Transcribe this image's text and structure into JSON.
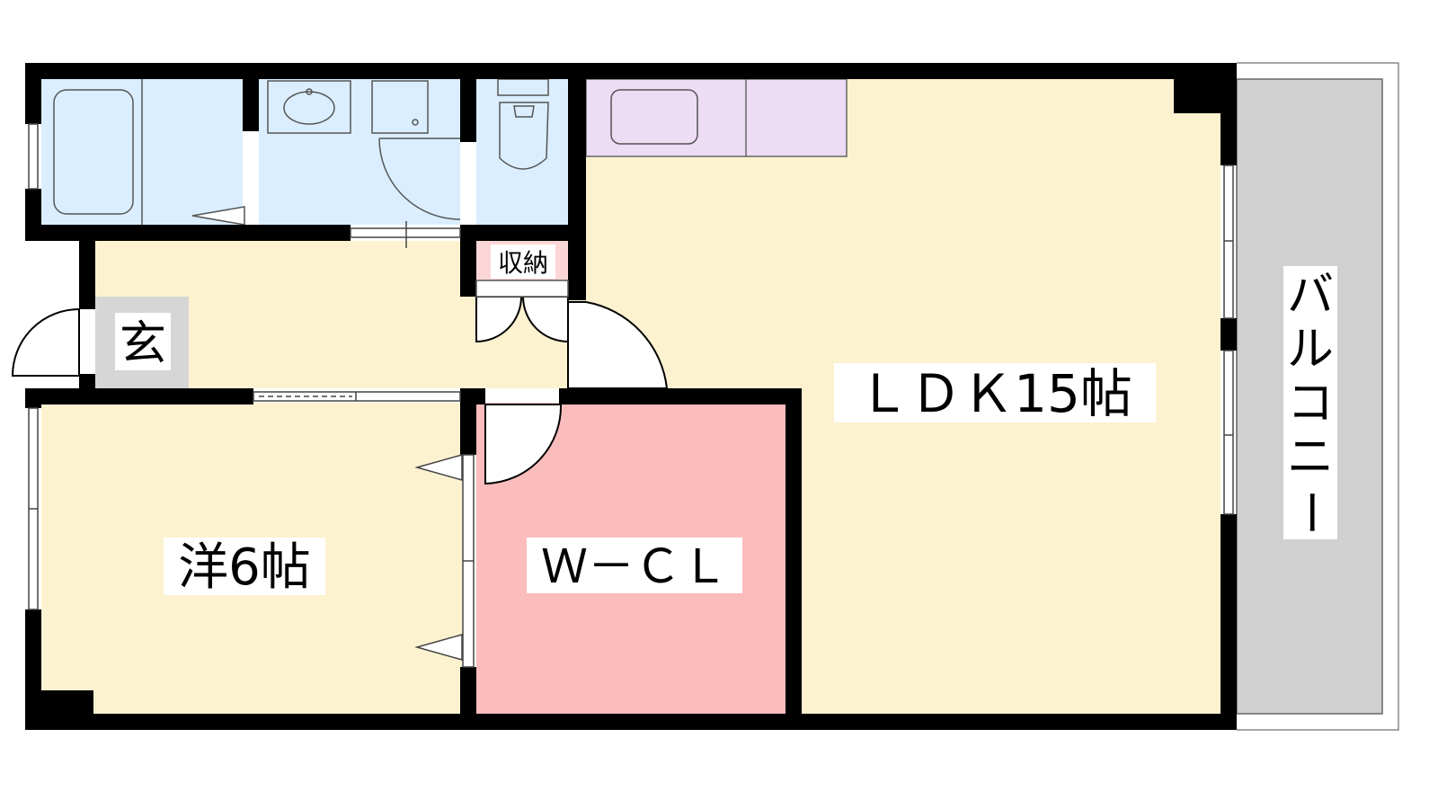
{
  "rooms": {
    "ldk": "ＬＤＫ15帖",
    "western": "洋6帖",
    "wcl": "Ｗ－ＣＬ",
    "storage": "収納",
    "entrance": "玄",
    "balcony": [
      "バ",
      "ル",
      "コ",
      "ニ",
      "ー"
    ]
  },
  "colors": {
    "wall": "#000000",
    "room_beige": "#fdf2d0",
    "wet_area_blue": "#dbeeff",
    "kitchen_lavender": "#ecdcf4",
    "closet_pink": "#fbbcbc",
    "balcony_gray": "#d0d0d0",
    "entrance_gray": "#d6d6d6"
  }
}
